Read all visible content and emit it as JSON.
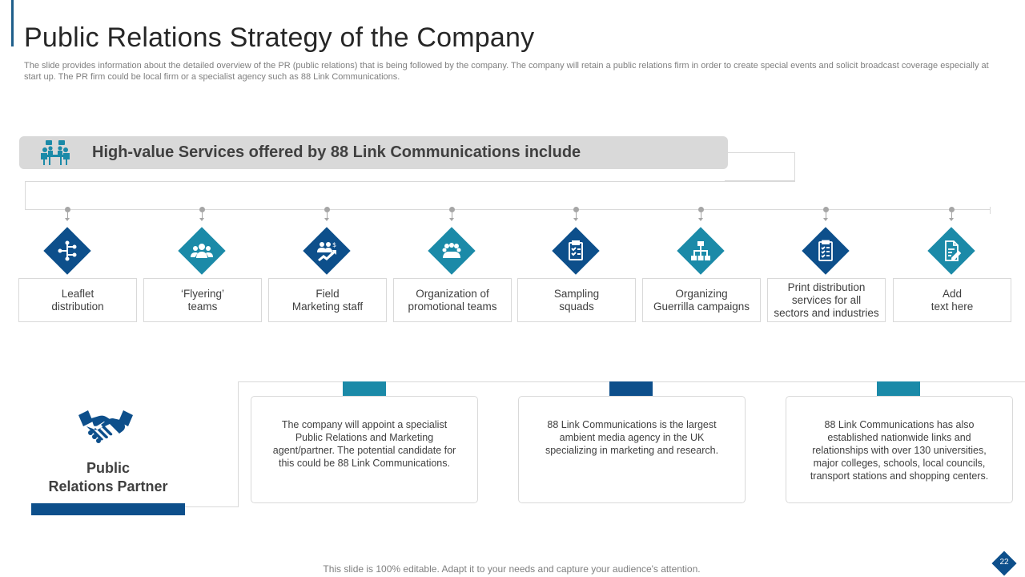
{
  "title": "Public Relations Strategy of the Company",
  "subtitle": "The slide provides information about the detailed overview of the PR (public relations) that is being followed by the company. The company will retain a public relations firm in order to create special events and solicit broadcast coverage especially at start up. The PR firm could be local firm or a specialist agency such as 88 Link Communications.",
  "header": {
    "icon": "meeting-team-icon",
    "text": "High-value Services offered by 88 Link Communications include"
  },
  "services": [
    {
      "label": "Leaflet\ndistribution",
      "icon": "hierarchy-network-icon",
      "color": "#0d4f8b"
    },
    {
      "label": "‘Flyering’\nteams",
      "icon": "group-icon",
      "color": "#1b8aa8"
    },
    {
      "label": "Field\nMarketing staff",
      "icon": "growth-team-icon",
      "color": "#0d4f8b"
    },
    {
      "label": "Organization of\npromotional teams",
      "icon": "team-icon",
      "color": "#1b8aa8"
    },
    {
      "label": "Sampling\nsquads",
      "icon": "clipboard-icon",
      "color": "#0d4f8b"
    },
    {
      "label": "Organizing\nGuerrilla campaigns",
      "icon": "org-chart-icon",
      "color": "#1b8aa8"
    },
    {
      "label": "Print distribution\nservices for all\nsectors and industries",
      "icon": "checklist-icon",
      "color": "#0d4f8b"
    },
    {
      "label": "Add\ntext here",
      "icon": "document-edit-icon",
      "color": "#1b8aa8"
    }
  ],
  "partner": {
    "icon": "handshake-icon",
    "title": "Public\nRelations Partner"
  },
  "cards": [
    {
      "text": "The company will appoint a specialist Public Relations and Marketing agent/partner. The potential candidate for this could be 88 Link Communications.",
      "tab_color": "#1b8aa8"
    },
    {
      "text": "88 Link Communications is the largest ambient media agency in the UK specializing in marketing and research.",
      "tab_color": "#0d4f8b"
    },
    {
      "text": "88 Link Communications has also established nationwide links and relationships with over 130 universities, major colleges, schools, local councils, transport stations and shopping centers.",
      "tab_color": "#1b8aa8"
    }
  ],
  "footer": "This slide is 100% editable. Adapt it to your needs and capture your audience's attention.",
  "page_number": "22"
}
